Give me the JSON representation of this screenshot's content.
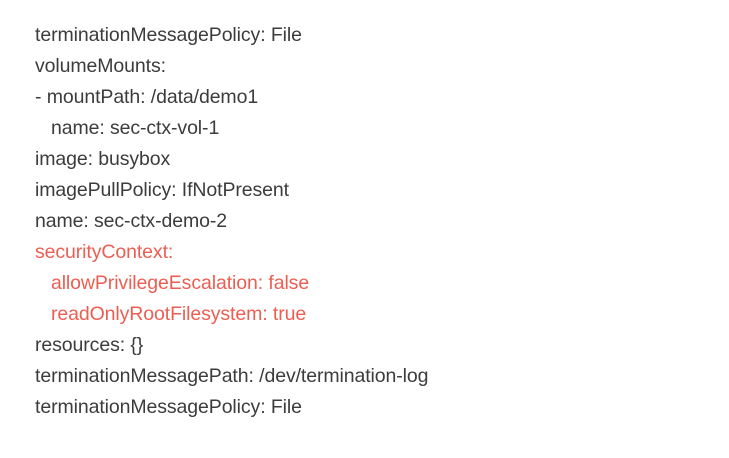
{
  "document": {
    "kind": "yaml-code-snippet",
    "background_color": "#ffffff",
    "default_text_color": "#3c3c3e",
    "highlight_text_color": "#ed5e52",
    "lines": [
      {
        "text": "terminationMessagePolicy: File",
        "highlighted": false
      },
      {
        "text": "volumeMounts:",
        "highlighted": false
      },
      {
        "text": "- mountPath: /data/demo1",
        "highlighted": false
      },
      {
        "text": "   name: sec-ctx-vol-1",
        "highlighted": false
      },
      {
        "text": "image: busybox",
        "highlighted": false
      },
      {
        "text": "imagePullPolicy: IfNotPresent",
        "highlighted": false
      },
      {
        "text": "name: sec-ctx-demo-2",
        "highlighted": false
      },
      {
        "text": "securityContext:",
        "highlighted": true
      },
      {
        "text": "   allowPrivilegeEscalation: false",
        "highlighted": true
      },
      {
        "text": "   readOnlyRootFilesystem: true",
        "highlighted": true
      },
      {
        "text": "resources: {}",
        "highlighted": false
      },
      {
        "text": "terminationMessagePath: /dev/termination-log",
        "highlighted": false
      },
      {
        "text": "terminationMessagePolicy: File",
        "highlighted": false
      }
    ]
  }
}
